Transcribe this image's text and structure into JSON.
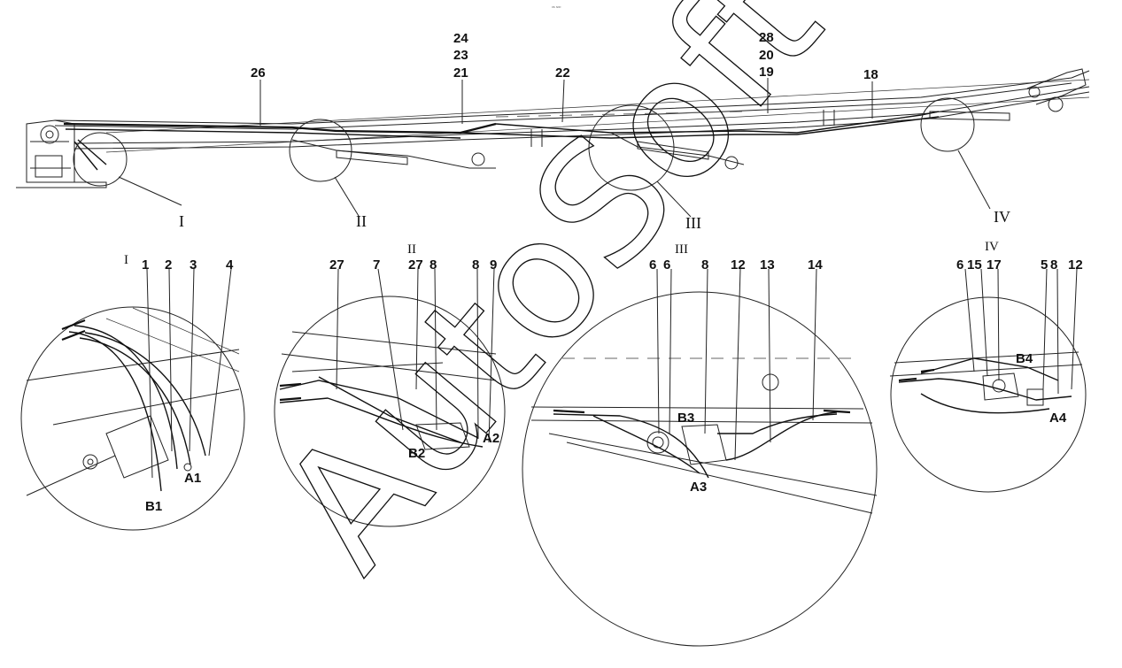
{
  "header_mark": "ᵒˢ ˢᵒᵒ",
  "watermark": "AutoSoft",
  "main_view": {
    "callouts": [
      "26",
      "24",
      "23",
      "21",
      "22",
      "28",
      "20",
      "19",
      "18"
    ],
    "detail_markers": [
      "I",
      "II",
      "III",
      "IV"
    ]
  },
  "detail_I": {
    "title": "I",
    "callouts": [
      "1",
      "2",
      "3",
      "4"
    ],
    "connectors": [
      "A1",
      "B1"
    ]
  },
  "detail_II": {
    "title": "II",
    "callouts": [
      "27",
      "7",
      "27",
      "8",
      "8",
      "9"
    ],
    "connectors": [
      "A2",
      "B2"
    ]
  },
  "detail_III": {
    "title": "III",
    "callouts": [
      "6",
      "6",
      "8",
      "12",
      "13",
      "14"
    ],
    "connectors": [
      "B3",
      "A3"
    ]
  },
  "detail_IV": {
    "title": "IV",
    "callouts": [
      "6",
      "15",
      "17",
      "5",
      "8",
      "12"
    ],
    "connectors": [
      "B4",
      "A4"
    ]
  }
}
